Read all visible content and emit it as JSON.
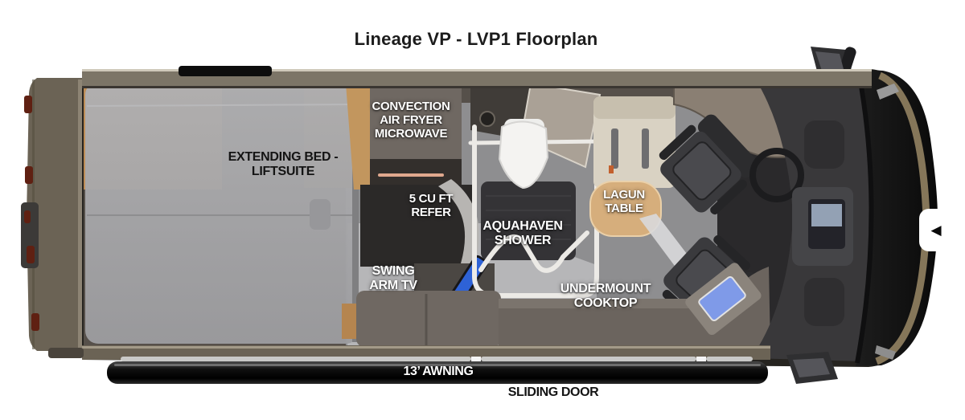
{
  "title": "Lineage VP - LVP1 Floorplan",
  "labels": {
    "extending_bed": "EXTENDING BED -\nLIFTSUITE",
    "convection": "CONVECTION\nAIR FRYER\nMICROWAVE",
    "refer": "5 CU FT\nREFER",
    "aquahaven": "AQUAHAVEN\nSHOWER",
    "lagun": "LAGUN\nTABLE",
    "swing_arm_tv": "SWING\nARM TV",
    "undermount": "UNDERMOUNT\nCOOKTOP",
    "awning": "13’ AWNING",
    "sliding_door": "SLIDING DOOR"
  },
  "controls": {
    "prev_arrow_icon": "◀"
  },
  "colors": {
    "title_text": "#1c1c1c",
    "label_light": "#ffffff",
    "label_dark": "#141414",
    "body_olive": "#6b6355",
    "wall_taupe": "#7c7567",
    "bed_gray": "#a6a6a8",
    "carpet_gray": "#8e8e90",
    "floor_light": "#b6b6b8",
    "cabinet_brown": "#6f6862",
    "wood_table": "#d6ae7c",
    "tv_blue": "#2e62d6",
    "cooktop_blue": "#7f9ae8",
    "awning_black": "#0a0a0a",
    "front_bronze": "#8c7c5e"
  }
}
